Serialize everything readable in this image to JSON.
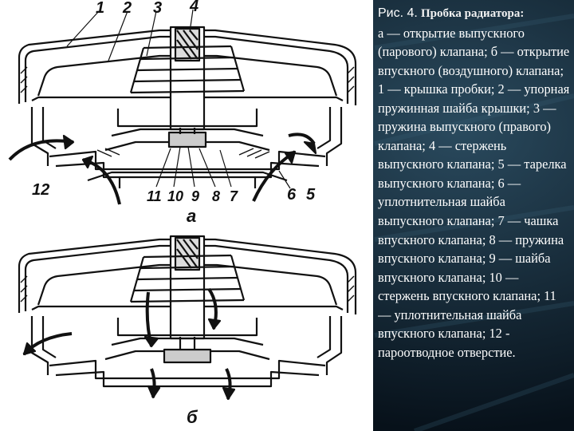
{
  "caption": {
    "fig_number": "Рис. 4.",
    "fig_title": "Пробка радиатора:",
    "body": "а — открытие выпускного (парового) клапана; б — открытие впускного (воздушного) клапана; 1 — крышка пробки; 2 — упорная пружинная шайба крышки; 3 — пружина выпускного (правого) клапана; 4 — стержень выпускного клапана; 5 — тарелка выпускного клапана; 6 — уплотнительная шайба выпускного клапана; 7 — чашка впускного клапана; 8 — пружина впускного клапана; 9 — шайба впускного клапана; 10 — стержень впускного клапана; 11 — уплотнительная шайба впускного клапана; 12 - пароотводное отверстие."
  },
  "diagram": {
    "top_callouts": [
      "1",
      "2",
      "3",
      "4"
    ],
    "left_callout": "12",
    "bottom_callouts": [
      "11",
      "10",
      "9",
      "8",
      "7"
    ],
    "right_callouts": [
      "6",
      "5"
    ],
    "sub_label_a": "а",
    "sub_label_b": "б"
  },
  "colors": {
    "background": "#0c1620",
    "caption_text": "#ffffff",
    "drawing_ink": "#111111",
    "figure_panel": "#ffffff"
  }
}
